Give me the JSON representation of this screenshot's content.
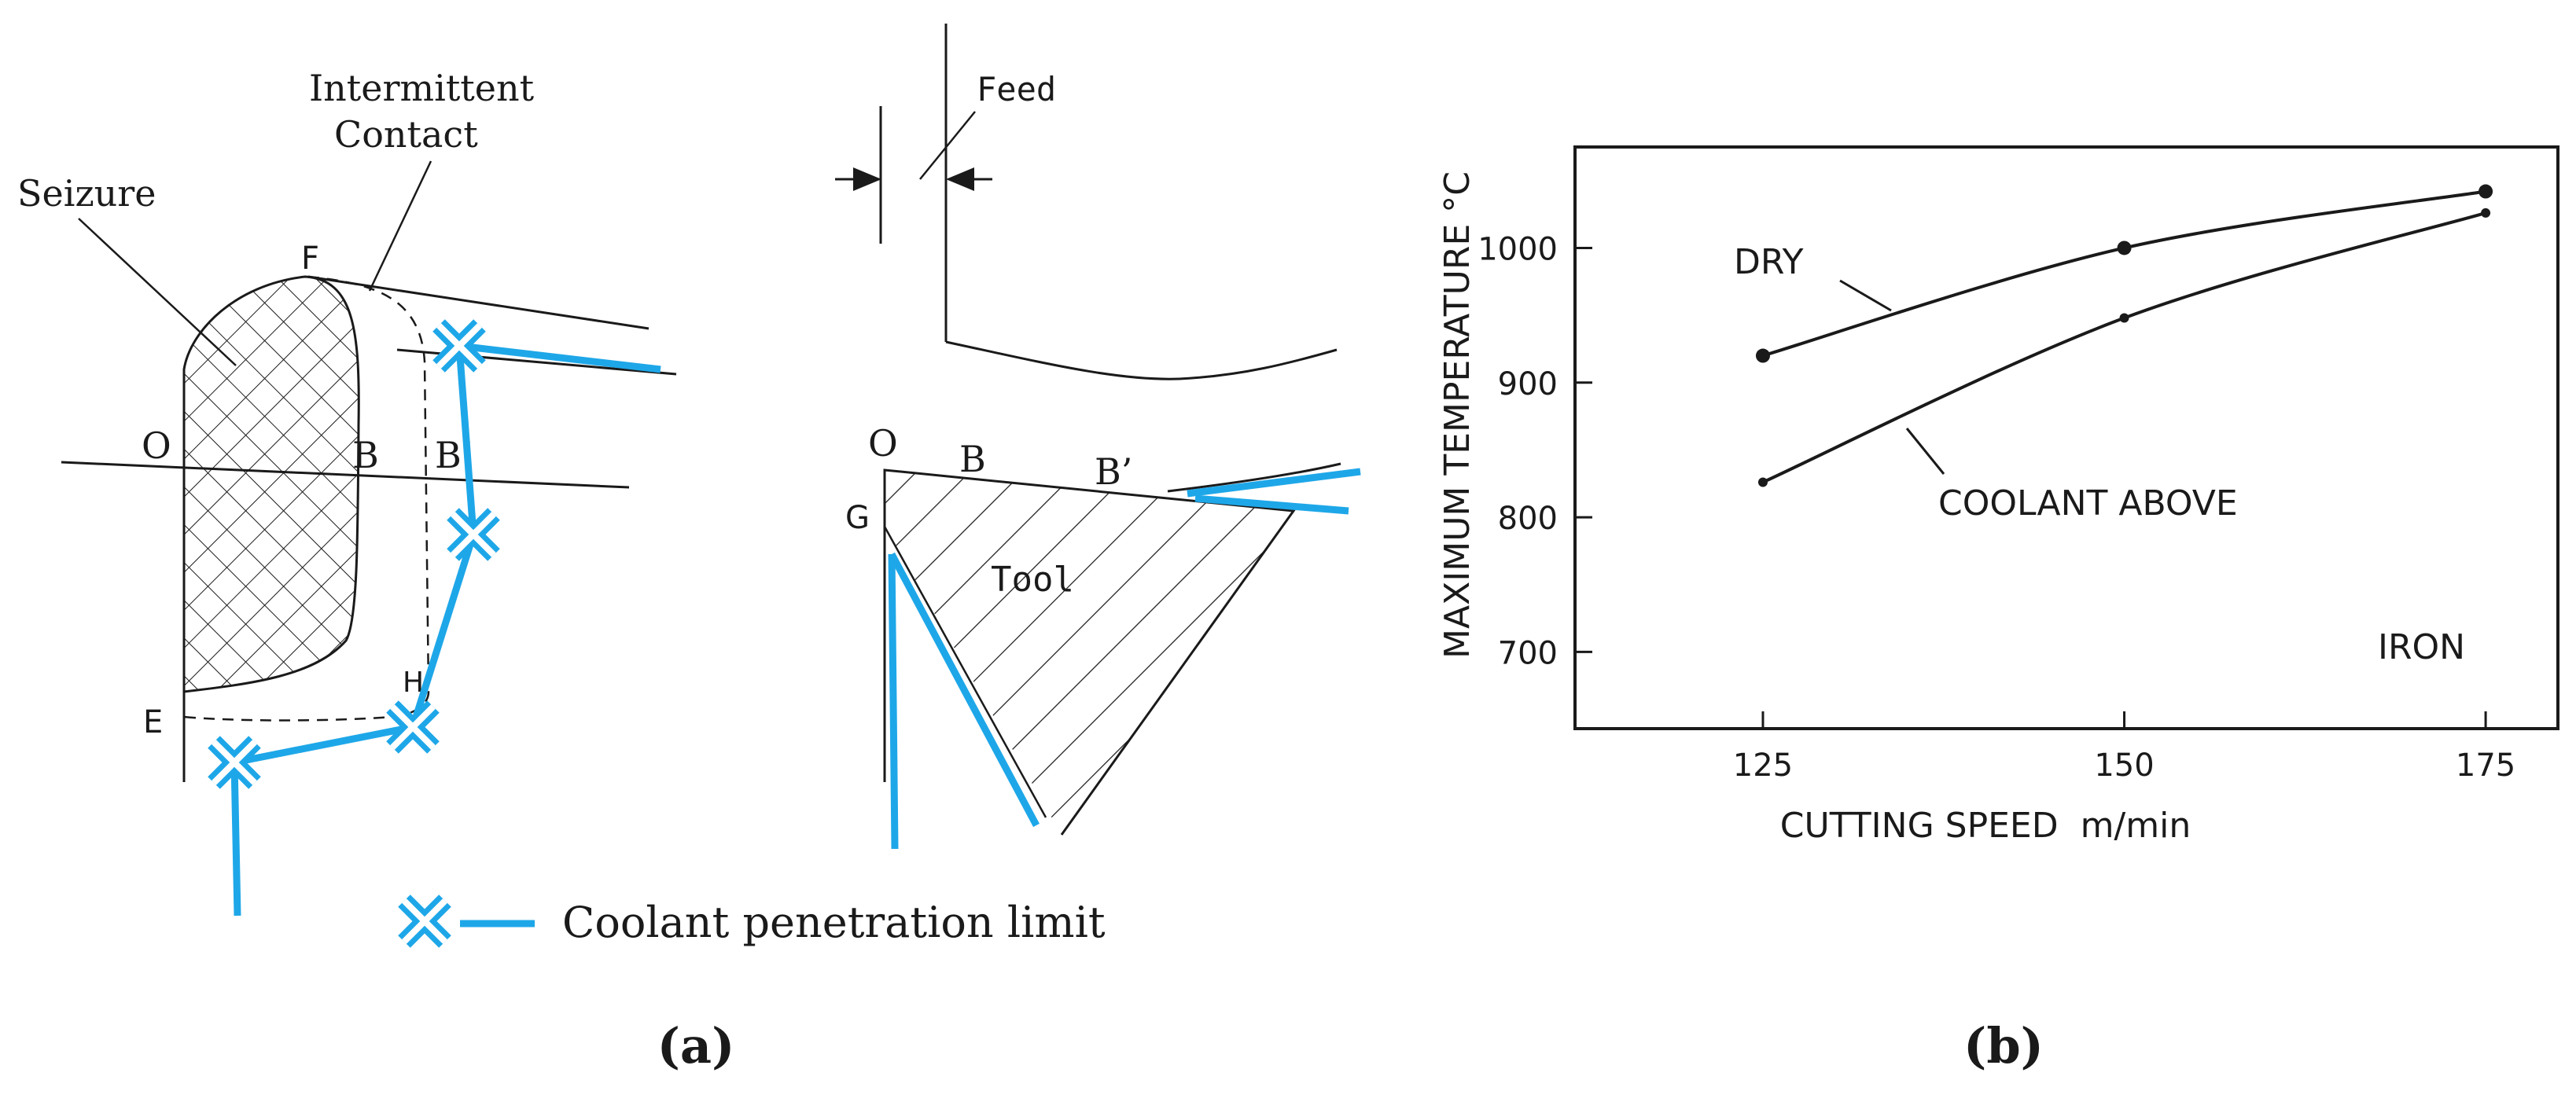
{
  "colors": {
    "coolant_marker": "#1ea7e8",
    "ink": "#1a1a1a"
  },
  "panel_a": {
    "caption": "(a)",
    "left_diagram": {
      "seizure_label": "Seizure",
      "intermittent_label_line1": "Intermittent",
      "intermittent_label_line2": "Contact",
      "point_F": "F",
      "point_O": "O",
      "point_B": "B",
      "point_Bp": "B’",
      "point_E": "E",
      "point_H": "H"
    },
    "right_diagram": {
      "feed_label": "Feed",
      "point_O": "O",
      "point_B": "B",
      "point_Bp": "B’",
      "point_G": "G",
      "tool_label": "Tool"
    },
    "legend": {
      "icon": "blue-cross-icon",
      "label": "Coolant penetration limit"
    }
  },
  "panel_b": {
    "caption": "(b)",
    "chart_data": {
      "type": "line",
      "xlabel": "CUTTING SPEED  m/min",
      "ylabel": "MAXIMUM TEMPERATURE °C",
      "x": [
        125,
        150,
        175
      ],
      "xticks": [
        "125",
        "150",
        "175"
      ],
      "yticks": [
        "700",
        "800",
        "900",
        "1000"
      ],
      "xlim": [
        112,
        180
      ],
      "ylim": [
        643,
        1075
      ],
      "grid": false,
      "annotation": "IRON",
      "series": [
        {
          "name": "DRY",
          "values": [
            920,
            1000,
            1042
          ]
        },
        {
          "name": "COOLANT ABOVE",
          "values": [
            826,
            948,
            1026
          ]
        }
      ]
    }
  }
}
